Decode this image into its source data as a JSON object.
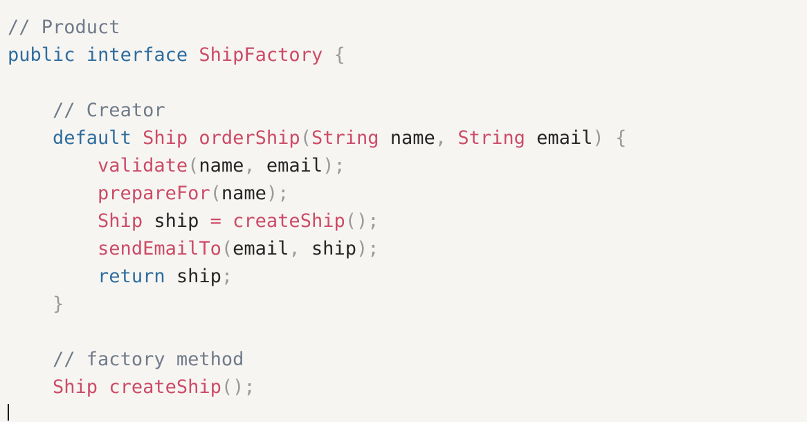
{
  "colors": {
    "background": "#f7f5f2",
    "comment": "#707b8a",
    "keyword": "#2e6d9f",
    "type": "#cc4b66",
    "identifier": "#262626",
    "punctuation": "#9a9a9a"
  },
  "code": {
    "lines": [
      [
        {
          "t": "// Product",
          "k": "comment"
        }
      ],
      [
        {
          "t": "public",
          "k": "keyword"
        },
        {
          "t": " ",
          "k": "ident"
        },
        {
          "t": "interface",
          "k": "keyword"
        },
        {
          "t": " ",
          "k": "ident"
        },
        {
          "t": "ShipFactory",
          "k": "type"
        },
        {
          "t": " ",
          "k": "ident"
        },
        {
          "t": "{",
          "k": "punct"
        }
      ],
      [],
      [
        {
          "t": "    ",
          "k": "ident"
        },
        {
          "t": "// Creator",
          "k": "comment"
        }
      ],
      [
        {
          "t": "    ",
          "k": "ident"
        },
        {
          "t": "default",
          "k": "keyword"
        },
        {
          "t": " ",
          "k": "ident"
        },
        {
          "t": "Ship",
          "k": "type"
        },
        {
          "t": " ",
          "k": "ident"
        },
        {
          "t": "orderShip",
          "k": "func"
        },
        {
          "t": "(",
          "k": "punct"
        },
        {
          "t": "String",
          "k": "type"
        },
        {
          "t": " name",
          "k": "ident"
        },
        {
          "t": ",",
          "k": "punct"
        },
        {
          "t": " ",
          "k": "ident"
        },
        {
          "t": "String",
          "k": "type"
        },
        {
          "t": " email",
          "k": "ident"
        },
        {
          "t": ")",
          "k": "punct"
        },
        {
          "t": " ",
          "k": "ident"
        },
        {
          "t": "{",
          "k": "punct"
        }
      ],
      [
        {
          "t": "        ",
          "k": "ident"
        },
        {
          "t": "validate",
          "k": "func"
        },
        {
          "t": "(",
          "k": "punct"
        },
        {
          "t": "name",
          "k": "ident"
        },
        {
          "t": ",",
          "k": "punct"
        },
        {
          "t": " email",
          "k": "ident"
        },
        {
          "t": ");",
          "k": "punct"
        }
      ],
      [
        {
          "t": "        ",
          "k": "ident"
        },
        {
          "t": "prepareFor",
          "k": "func"
        },
        {
          "t": "(",
          "k": "punct"
        },
        {
          "t": "name",
          "k": "ident"
        },
        {
          "t": ");",
          "k": "punct"
        }
      ],
      [
        {
          "t": "        ",
          "k": "ident"
        },
        {
          "t": "Ship",
          "k": "type"
        },
        {
          "t": " ship ",
          "k": "ident"
        },
        {
          "t": "=",
          "k": "type"
        },
        {
          "t": " ",
          "k": "ident"
        },
        {
          "t": "createShip",
          "k": "func"
        },
        {
          "t": "();",
          "k": "punct"
        }
      ],
      [
        {
          "t": "        ",
          "k": "ident"
        },
        {
          "t": "sendEmailTo",
          "k": "func"
        },
        {
          "t": "(",
          "k": "punct"
        },
        {
          "t": "email",
          "k": "ident"
        },
        {
          "t": ",",
          "k": "punct"
        },
        {
          "t": " ship",
          "k": "ident"
        },
        {
          "t": ");",
          "k": "punct"
        }
      ],
      [
        {
          "t": "        ",
          "k": "ident"
        },
        {
          "t": "return",
          "k": "keyword"
        },
        {
          "t": " ship",
          "k": "ident"
        },
        {
          "t": ";",
          "k": "punct"
        }
      ],
      [
        {
          "t": "    ",
          "k": "ident"
        },
        {
          "t": "}",
          "k": "punct"
        }
      ],
      [],
      [
        {
          "t": "    ",
          "k": "ident"
        },
        {
          "t": "// factory method",
          "k": "comment"
        }
      ],
      [
        {
          "t": "    ",
          "k": "ident"
        },
        {
          "t": "Ship",
          "k": "type"
        },
        {
          "t": " ",
          "k": "ident"
        },
        {
          "t": "createShip",
          "k": "func"
        },
        {
          "t": "();",
          "k": "punct"
        }
      ]
    ]
  }
}
